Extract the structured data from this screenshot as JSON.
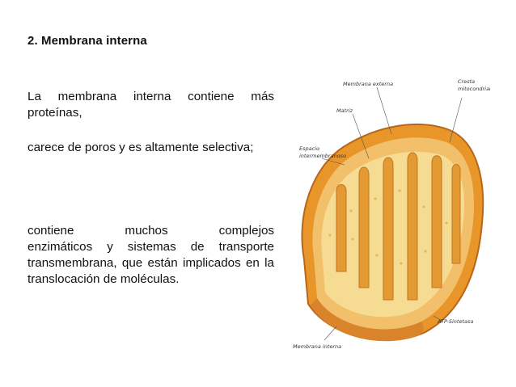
{
  "slide": {
    "title": "2. Membrana interna",
    "paragraphs": [
      "La membrana interna contiene más proteínas,",
      "carece de poros y es altamente selectiva;"
    ],
    "paragraph3": {
      "words": [
        "contiene",
        "muchos",
        "complejos"
      ],
      "rest": "enzimáticos y sistemas de transporte transmembrana, que están implicados en la translocación de moléculas."
    }
  },
  "figure": {
    "labels": {
      "outer_membrane": "Membrana externa",
      "crest_line1": "Cresta",
      "crest_line2": "mitocondrial",
      "matrix": "Matriz",
      "space_line1": "Espacio",
      "space_line2": "intermembranoso",
      "atp": "ATP-Sintetasa",
      "inner_membrane": "Membrana interna"
    },
    "colors": {
      "outer": "#e8962a",
      "space": "#f2c06a",
      "matrix": "#f6dc92",
      "crest": "#e49a32"
    }
  }
}
